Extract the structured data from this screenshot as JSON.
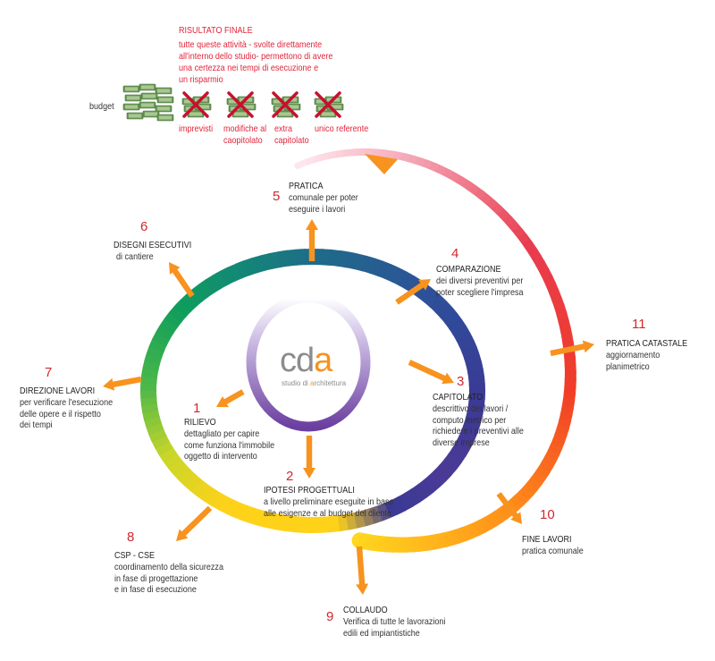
{
  "result": {
    "title": "RISULTATO FINALE",
    "text": "tutte queste attività - svolte  direttamente\n all'interno dello studio- permettono di avere\nuna certezza nei tempi di esecuzione e\nun risparmio",
    "budget_label": "budget",
    "items": [
      {
        "label": "imprevisti"
      },
      {
        "label": "modifiche al\ncaopitolato"
      },
      {
        "label": "extra\ncapitolato"
      },
      {
        "label": "unico referente"
      }
    ]
  },
  "logo": {
    "c": "c",
    "d": "d",
    "a": "a",
    "tagline_a": "studio di ",
    "tagline_b": "a",
    "tagline_c": "rchitettura"
  },
  "steps": [
    {
      "num": "1",
      "title": "RILIEVO",
      "text": "dettagliato per capire\ncome funziona l'immobile\noggetto di intervento"
    },
    {
      "num": "2",
      "title": "IPOTESI PROGETTUALI",
      "text": "a livello preliminare eseguite in base\nalle esigenze e al budget del cliente"
    },
    {
      "num": "3",
      "title": "CAPITOLATO",
      "text": "descrittivo dei lavori /\ncomputo metrico per\nrichiedere i preventivi alle\ndiverse imprese"
    },
    {
      "num": "4",
      "title": "COMPARAZIONE",
      "text": "dei diversi preventivi per\npoter scegliere l'impresa"
    },
    {
      "num": "5",
      "title": "PRATICA",
      "text": "comunale per poter\neseguire i lavori"
    },
    {
      "num": "6",
      "title": "DISEGNI ESECUTIVI",
      "text": "di cantiere"
    },
    {
      "num": "7",
      "title": "DIREZIONE LAVORI",
      "text": "per verificare l'esecuzione\n delle opere e il rispetto\ndei tempi"
    },
    {
      "num": "8",
      "title": "CSP - CSE",
      "text": "coordinamento della sicurezza\nin fase di progettazione\n e in fase di esecuzione"
    },
    {
      "num": "9",
      "title": "COLLAUDO",
      "text": "Verifica di tutte le lavorazioni\nedili ed impiantistiche"
    },
    {
      "num": "10",
      "title": "FINE LAVORI",
      "text": "pratica comunale"
    },
    {
      "num": "11",
      "title": "PRATICA CATASTALE",
      "text": "aggiornamento planimetrico"
    }
  ],
  "colors": {
    "arrow": "#f7931e",
    "number": "#d0282e",
    "result_text": "#e0243a",
    "logo_gray": "#8c8c8c",
    "logo_orange": "#f7931e",
    "logo_purple": "#6b3fa0"
  }
}
